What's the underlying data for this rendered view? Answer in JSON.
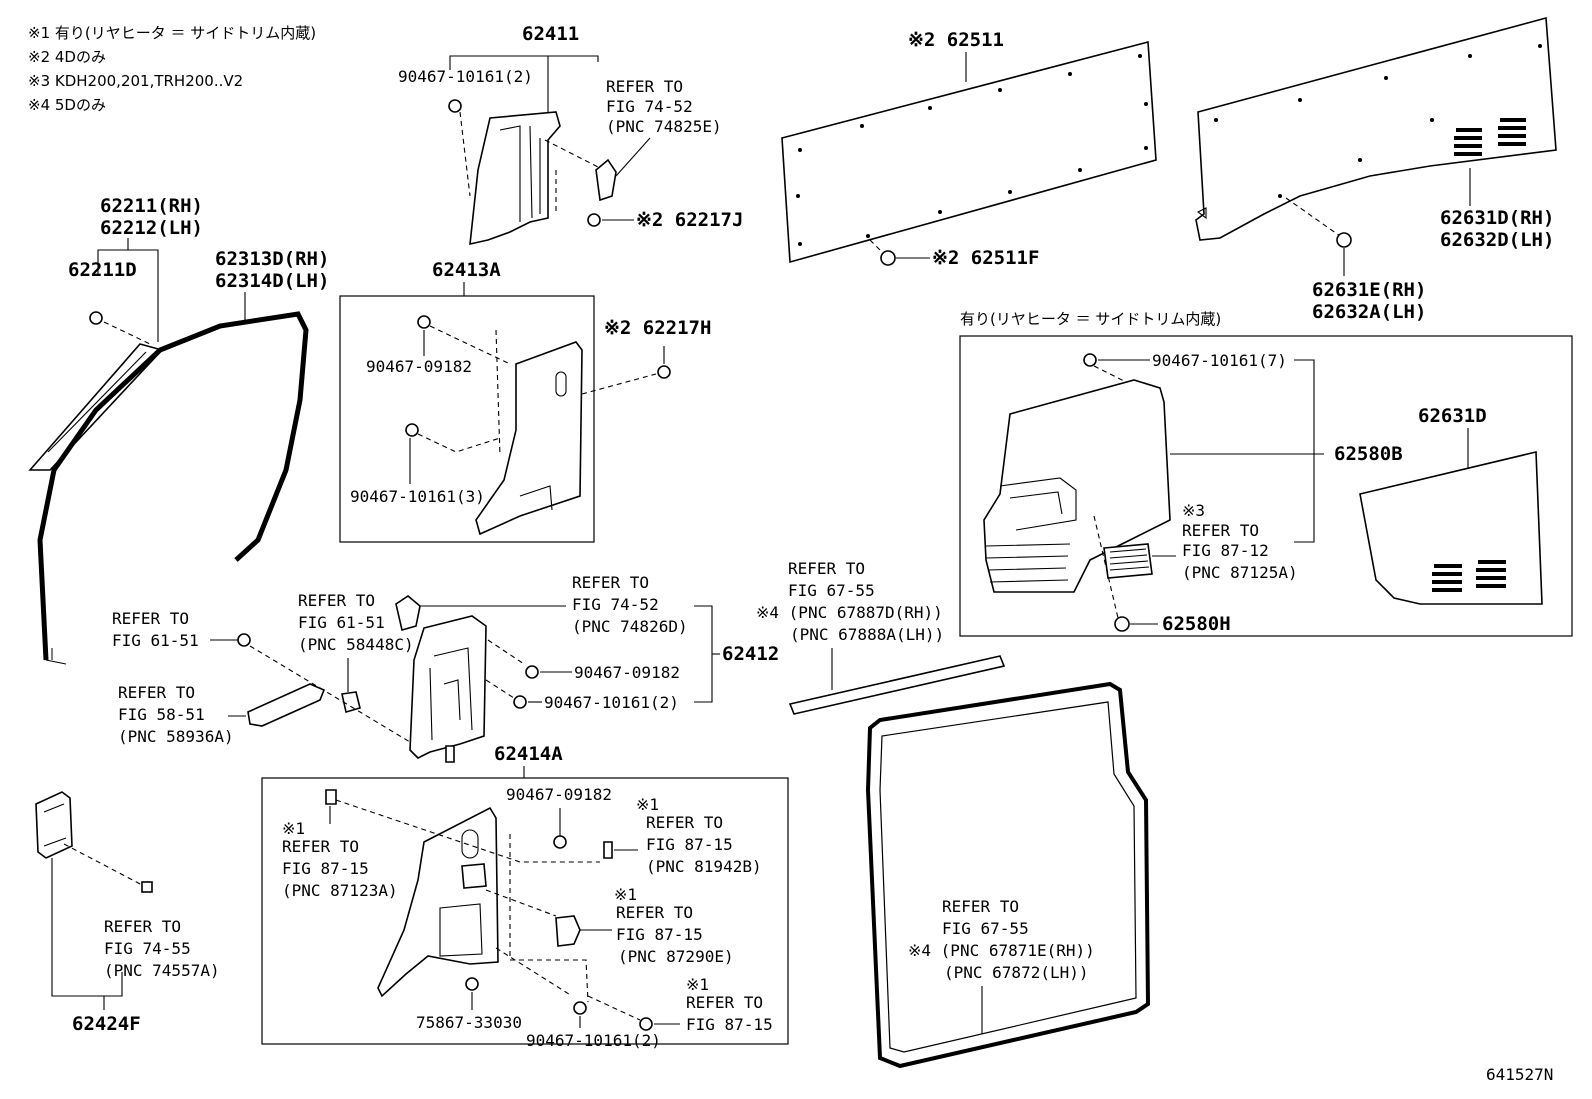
{
  "notes": [
    "※1 有り(リヤヒータ ＝ サイドトリム内蔵)",
    "※2 4Dのみ",
    "※3 KDH200,201,TRH200..V2",
    "※4 5Dのみ"
  ],
  "callouts": {
    "p62411": "62411",
    "p90467_10161_2_top": "90467-10161(2)",
    "ref7452_a": [
      "REFER TO",
      "FIG 74-52",
      "(PNC 74825E)"
    ],
    "p62217J": "※2 62217J",
    "p62211RH": "62211(RH)",
    "p62212LH": "62212(LH)",
    "p62211D": "62211D",
    "p62313D": "62313D(RH)",
    "p62314D": "62314D(LH)",
    "p62413A": "62413A",
    "p90467_09182_a": "90467-09182",
    "p90467_10161_3": "90467-10161(3)",
    "p62217H": "※2 62217H",
    "p62511": "※2 62511",
    "p62511F": "※2 62511F",
    "p62631D_RH": "62631D(RH)",
    "p62632D_LH": "62632D(LH)",
    "p62631E_RH": "62631E(RH)",
    "p62632A_LH": "62632A(LH)",
    "heater_title": "有り(リヤヒータ ＝ サイドトリム内蔵)",
    "p90467_10161_7": "90467-10161(7)",
    "p62580B": "62580B",
    "p62631D": "62631D",
    "ref8712": [
      "※3",
      "REFER TO",
      "FIG 87-12",
      "(PNC 87125A)"
    ],
    "p62580H": "62580H",
    "ref6155_top": [
      "REFER TO",
      "FIG 67-55",
      "※4 (PNC 67887D(RH))",
      "(PNC 67888A(LH))"
    ],
    "ref7452_b": [
      "REFER TO",
      "FIG 74-52",
      "(PNC 74826D)"
    ],
    "ref6151_a": [
      "REFER TO",
      "FIG 61-51"
    ],
    "ref6151_b": [
      "REFER TO",
      "FIG 61-51",
      "(PNC 58448C)"
    ],
    "p62412": "62412",
    "p90467_09182_b": "90467-09182",
    "p90467_10161_2_mid": "90467-10161(2)",
    "ref5851": [
      "REFER TO",
      "FIG 58-51",
      "(PNC 58936A)"
    ],
    "p62414A": "62414A",
    "p90467_09182_c": "90467-09182",
    "ref8715_a": [
      "※1",
      "REFER TO",
      "FIG 87-15",
      "(PNC 81942B)"
    ],
    "ref8715_b": [
      "※1",
      "REFER TO",
      "FIG 87-15",
      "(PNC 87123A)"
    ],
    "ref8715_c": [
      "※1",
      "REFER TO",
      "FIG 87-15",
      "(PNC 87290E)"
    ],
    "ref8715_d": [
      "※1",
      "REFER TO",
      "FIG 87-15"
    ],
    "p75867": "75867-33030",
    "p90467_10161_2_bot": "90467-10161(2)",
    "ref7455": [
      "REFER TO",
      "FIG 74-55",
      "(PNC 74557A)"
    ],
    "p62424F": "62424F",
    "ref6755_bot": [
      "REFER TO",
      "FIG 67-55",
      "※4 (PNC 67871E(RH))",
      "(PNC 67872(LH))"
    ],
    "figure_id": "641527N"
  }
}
